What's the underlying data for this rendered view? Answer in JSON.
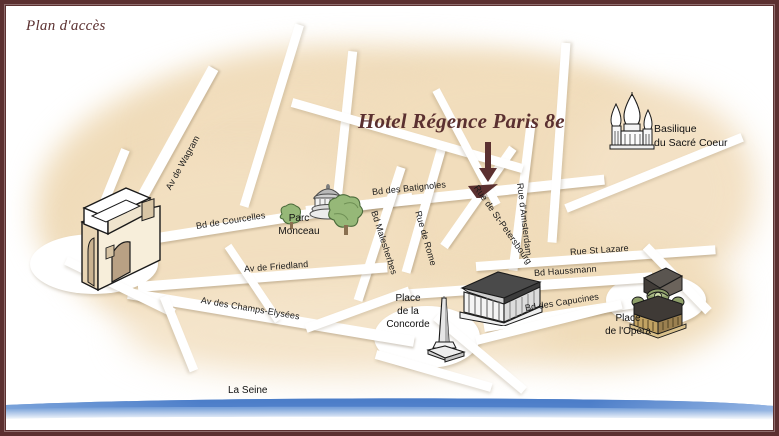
{
  "page": {
    "title": "Plan d'accès",
    "frame_color": "#5b3030",
    "map_background": "#f0dcba",
    "road_color": "#ffffff",
    "label_color": "#111111"
  },
  "hotel": {
    "name": "Hotel Régence Paris 8e",
    "marker": "down-arrow-and-triangle",
    "marker_color": "#5b3030"
  },
  "landmarks": [
    {
      "key": "arc",
      "label": "",
      "icon": "arc-de-triomphe-icon"
    },
    {
      "key": "monceau",
      "label": "Parc\nMonceau",
      "icon": "rotunda-icon"
    },
    {
      "key": "madeleine",
      "label": "",
      "icon": "temple-icon"
    },
    {
      "key": "concorde",
      "label": "Place\nde la\nConcorde",
      "icon": "obelisk-icon"
    },
    {
      "key": "opera",
      "label": "Place\nde l'Opera",
      "icon": "opera-house-icon"
    },
    {
      "key": "sacrecoeur",
      "label": "Basilique\ndu Sacré Coeur",
      "icon": "basilica-icon"
    }
  ],
  "place_labels": {
    "parc_monceau_line1": "Parc",
    "parc_monceau_line2": "Monceau",
    "concorde_line1": "Place",
    "concorde_line2": "de la",
    "concorde_line3": "Concorde",
    "opera_line1": "Place",
    "opera_line2": "de l'Opera",
    "sacre_line1": "Basilique",
    "sacre_line2": "du Sacré Coeur"
  },
  "streets": [
    {
      "id": "wagram",
      "name": "Av de Wagram"
    },
    {
      "id": "courcelles",
      "name": "Bd de Courcelles"
    },
    {
      "id": "batignoles",
      "name": "Bd des Batignoles"
    },
    {
      "id": "rome",
      "name": "Rue de Rome"
    },
    {
      "id": "stpetersbourg",
      "name": "Rue de St-Petersbourg"
    },
    {
      "id": "amsterdam",
      "name": "Rue d'Amsterdam"
    },
    {
      "id": "malesherbes",
      "name": "Bd Malesherbes"
    },
    {
      "id": "stlazare",
      "name": "Rue St Lazare"
    },
    {
      "id": "friedland",
      "name": "Av de Friedland"
    },
    {
      "id": "haussmann",
      "name": "Bd Haussmann"
    },
    {
      "id": "champs",
      "name": "Av des Champs-Elysées"
    },
    {
      "id": "capucines",
      "name": "Bd des Capucines"
    }
  ],
  "river": {
    "name": "La Seine",
    "color": "#5b87d0"
  }
}
